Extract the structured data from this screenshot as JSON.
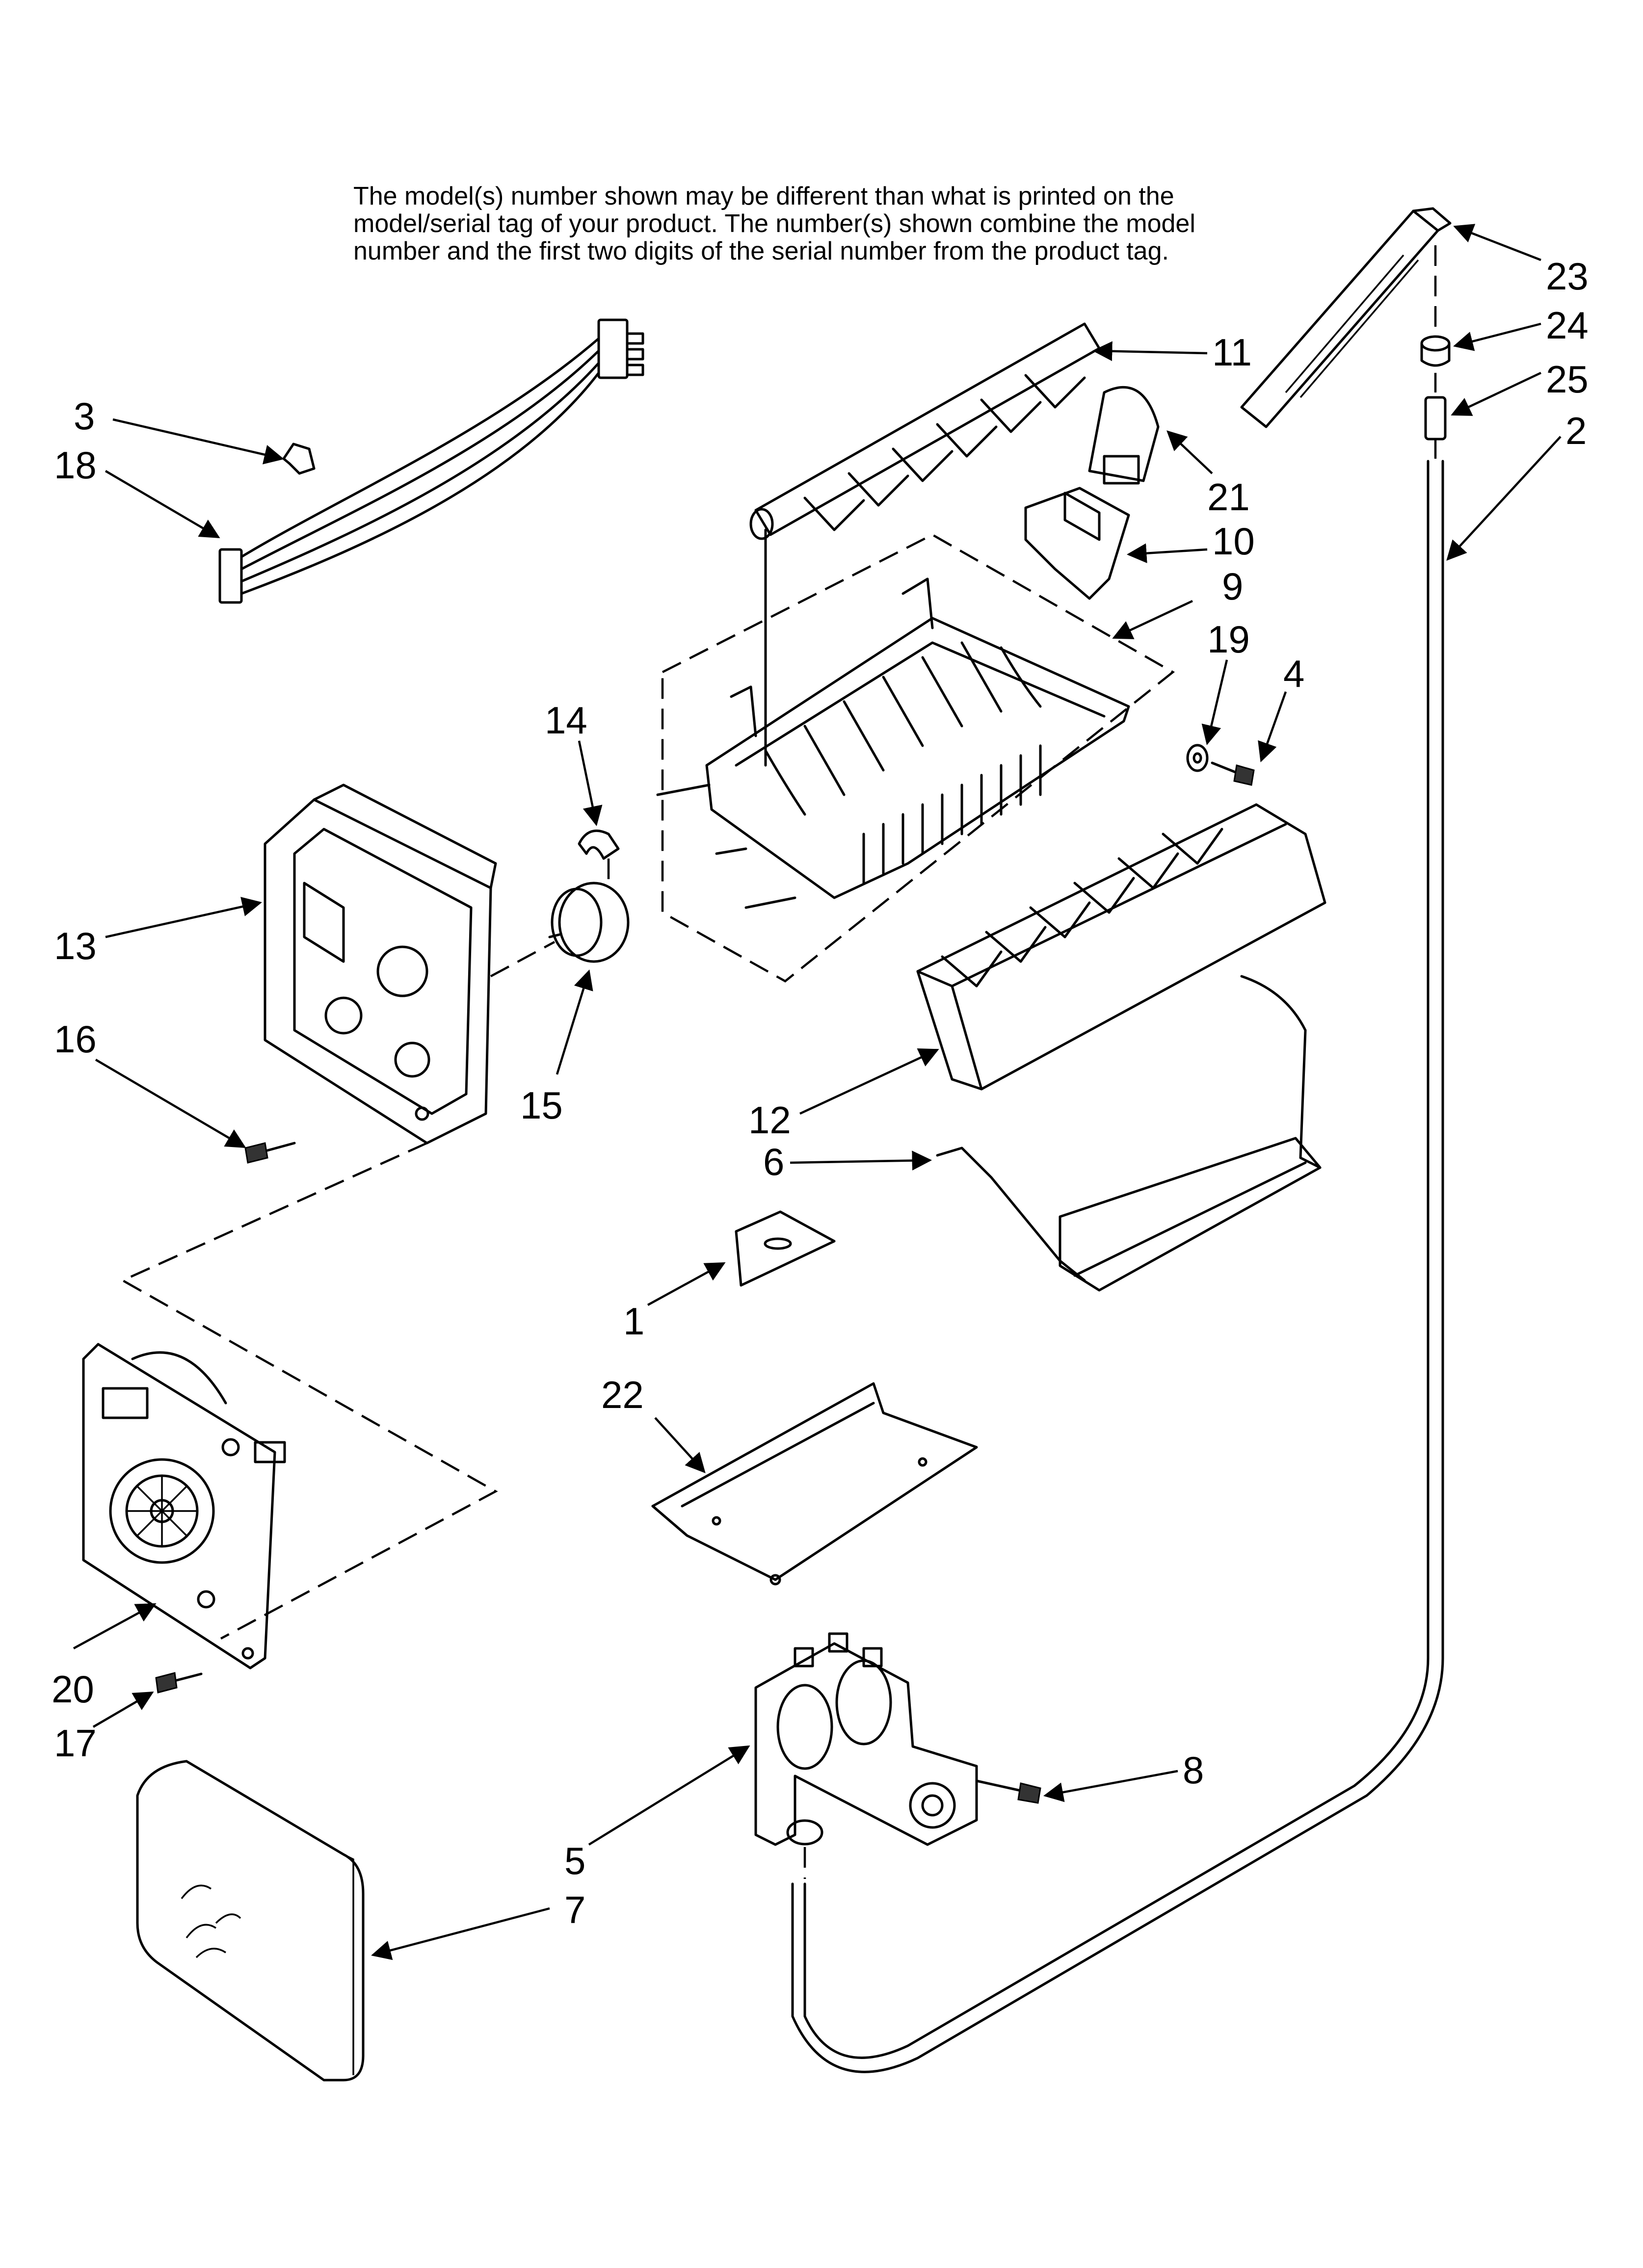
{
  "note": {
    "line1": "The model(s) number shown may be different than what is printed on the",
    "line2": "model/serial tag of your product. The number(s) shown combine the model",
    "line3": "number and the first two digits of the serial number from the product tag."
  },
  "callouts": {
    "c1": "1",
    "c2": "2",
    "c3": "3",
    "c4": "4",
    "c5": "5",
    "c6": "6",
    "c7": "7",
    "c8": "8",
    "c9": "9",
    "c10": "10",
    "c11": "11",
    "c12": "12",
    "c13": "13",
    "c14": "14",
    "c15": "15",
    "c16": "16",
    "c17": "17",
    "c18": "18",
    "c19": "19",
    "c20": "20",
    "c21": "21",
    "c22": "22",
    "c23": "23",
    "c24": "24",
    "c25": "25"
  }
}
